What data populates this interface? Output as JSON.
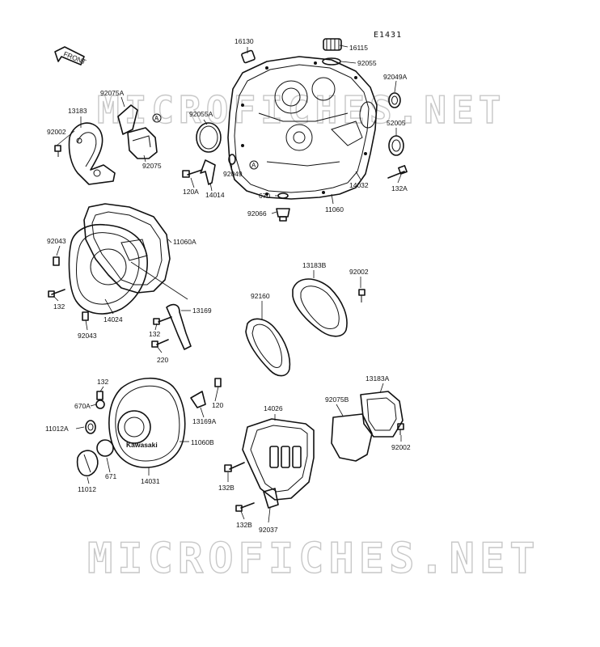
{
  "diagram_code": "E1431",
  "front_label": "FRONT",
  "watermark_top": "MICROFICHES.NET",
  "watermark_bottom": "MICROFICHES.NET",
  "logo_text": "Kawasaki",
  "ref_marker": "A",
  "labels": {
    "p16130": "16130",
    "p16115": "16115",
    "p92055": "92055",
    "p92049A": "92049A",
    "p52005": "52005",
    "p132A": "132A",
    "p14032": "14032",
    "p11060": "11060",
    "p670": "670",
    "p92066": "92066",
    "p120A": "120A",
    "p14014": "14014",
    "p92049": "92049",
    "p92055A": "92055A",
    "p92075A": "92075A",
    "p13183": "13183",
    "p92002a": "92002",
    "p92075": "92075",
    "p11060A": "11060A",
    "p92043a": "92043",
    "p132a": "132",
    "p92043b": "92043",
    "p14024": "14024",
    "p13169": "13169",
    "p132b": "132",
    "p220": "220",
    "p92160": "92160",
    "p13183B": "13183B",
    "p92002b": "92002",
    "p132c": "132",
    "p120": "120",
    "p670A": "670A",
    "p11012A": "11012A",
    "p13169A": "13169A",
    "p11060B": "11060B",
    "p11012": "11012",
    "p671": "671",
    "p14031": "14031",
    "p14026": "14026",
    "p92075B": "92075B",
    "p13183A": "13183A",
    "p92002c": "92002",
    "p132B": "132B",
    "p132B2": "132B",
    "p92037": "92037"
  }
}
